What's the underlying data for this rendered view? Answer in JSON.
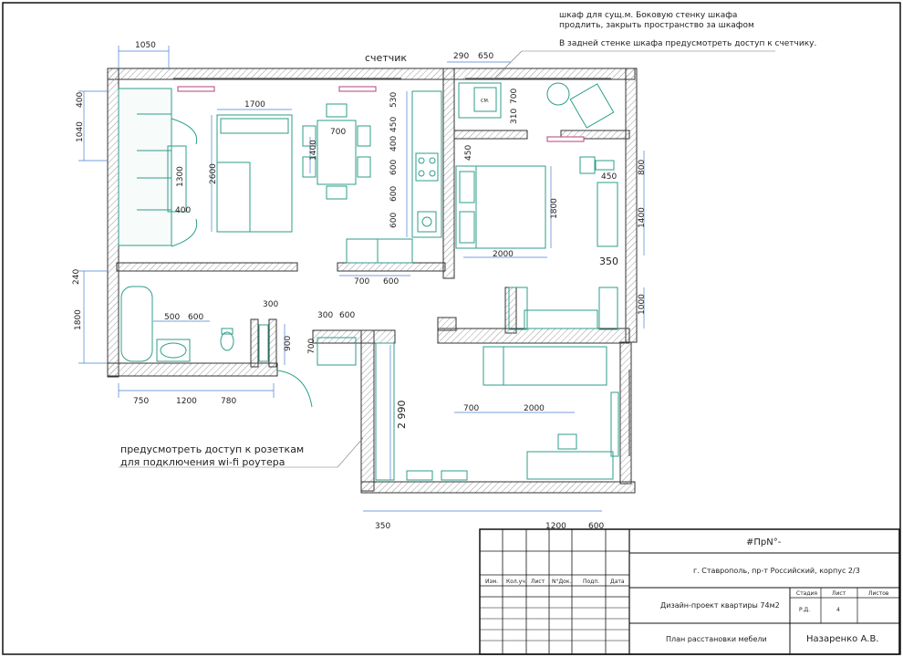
{
  "notes": {
    "wardrobe_line1": "шкаф для сущ.м. Боковую стенку шкафа",
    "wardrobe_line2": "продлить, закрыть пространство за шкафом",
    "meter_access": "В задней стенке шкафа предусмотреть доступ к счетчику.",
    "meter": "счетчик",
    "router_line1": "предусмотреть доступ к розеткам",
    "router_line2": "для подключения wi-fi роутера"
  },
  "dimensions": {
    "top_1050": "1050",
    "top_290": "290",
    "top_650": "650",
    "left_400": "400",
    "left_1040": "1040",
    "left_240": "240",
    "left_1800": "1800",
    "sofa_1700": "1700",
    "sofa_2600": "2600",
    "wardrobe_1300": "1300",
    "wardrobe_400": "400",
    "table_700": "700",
    "table_1400": "1400",
    "kitchen_530": "530",
    "kitchen_450": "450",
    "kitchen_400": "400",
    "kitchen_600a": "600",
    "kitchen_600b": "600",
    "kitchen_600c": "600",
    "bottom_700": "700",
    "bottom_600": "600",
    "hall_700": "700",
    "hall_310": "310",
    "bed_450": "450",
    "bed_1800": "1800",
    "bed_2000": "2000",
    "right_800": "800",
    "right_450": "450",
    "right_1400": "1400",
    "right_350": "350",
    "right_1000": "1000",
    "bath_500": "500",
    "bath_600": "600",
    "bath_300": "300",
    "bath_900": "900",
    "bath_750": "750",
    "bath_1200": "1200",
    "bath_780": "780",
    "hall_300": "300",
    "hall_600": "600",
    "hall_700b": "700",
    "room_2990": "2 990",
    "room_700": "700",
    "room_2000": "2000",
    "bot_350": "350",
    "bot_1200": "1200",
    "bot_600": "600",
    "appliance_label": "СМ."
  },
  "title_block": {
    "code": "#ПрN°-",
    "address": "г. Ставрополь, пр-т Российский, корпус 2/3",
    "project": "Дизайн-проект квартиры 74м2",
    "sheet_title": "План расстановки мебели",
    "author": "Назаренко А.В.",
    "stage_header": "Стадия",
    "sheet_header": "Лист",
    "sheets_header": "Листов",
    "stage_value": "Р.Д.",
    "sheet_value": "4",
    "col_izm": "Изм.",
    "col_koluch": "Кол.уч.",
    "col_list": "Лист",
    "col_ndok": "N°Док.",
    "col_podp": "Подп.",
    "col_data": "Дата"
  },
  "colors": {
    "wall": "#333333",
    "furniture": "#2e9e8a",
    "dimension": "#4a7fd6",
    "window": "#c06090"
  }
}
